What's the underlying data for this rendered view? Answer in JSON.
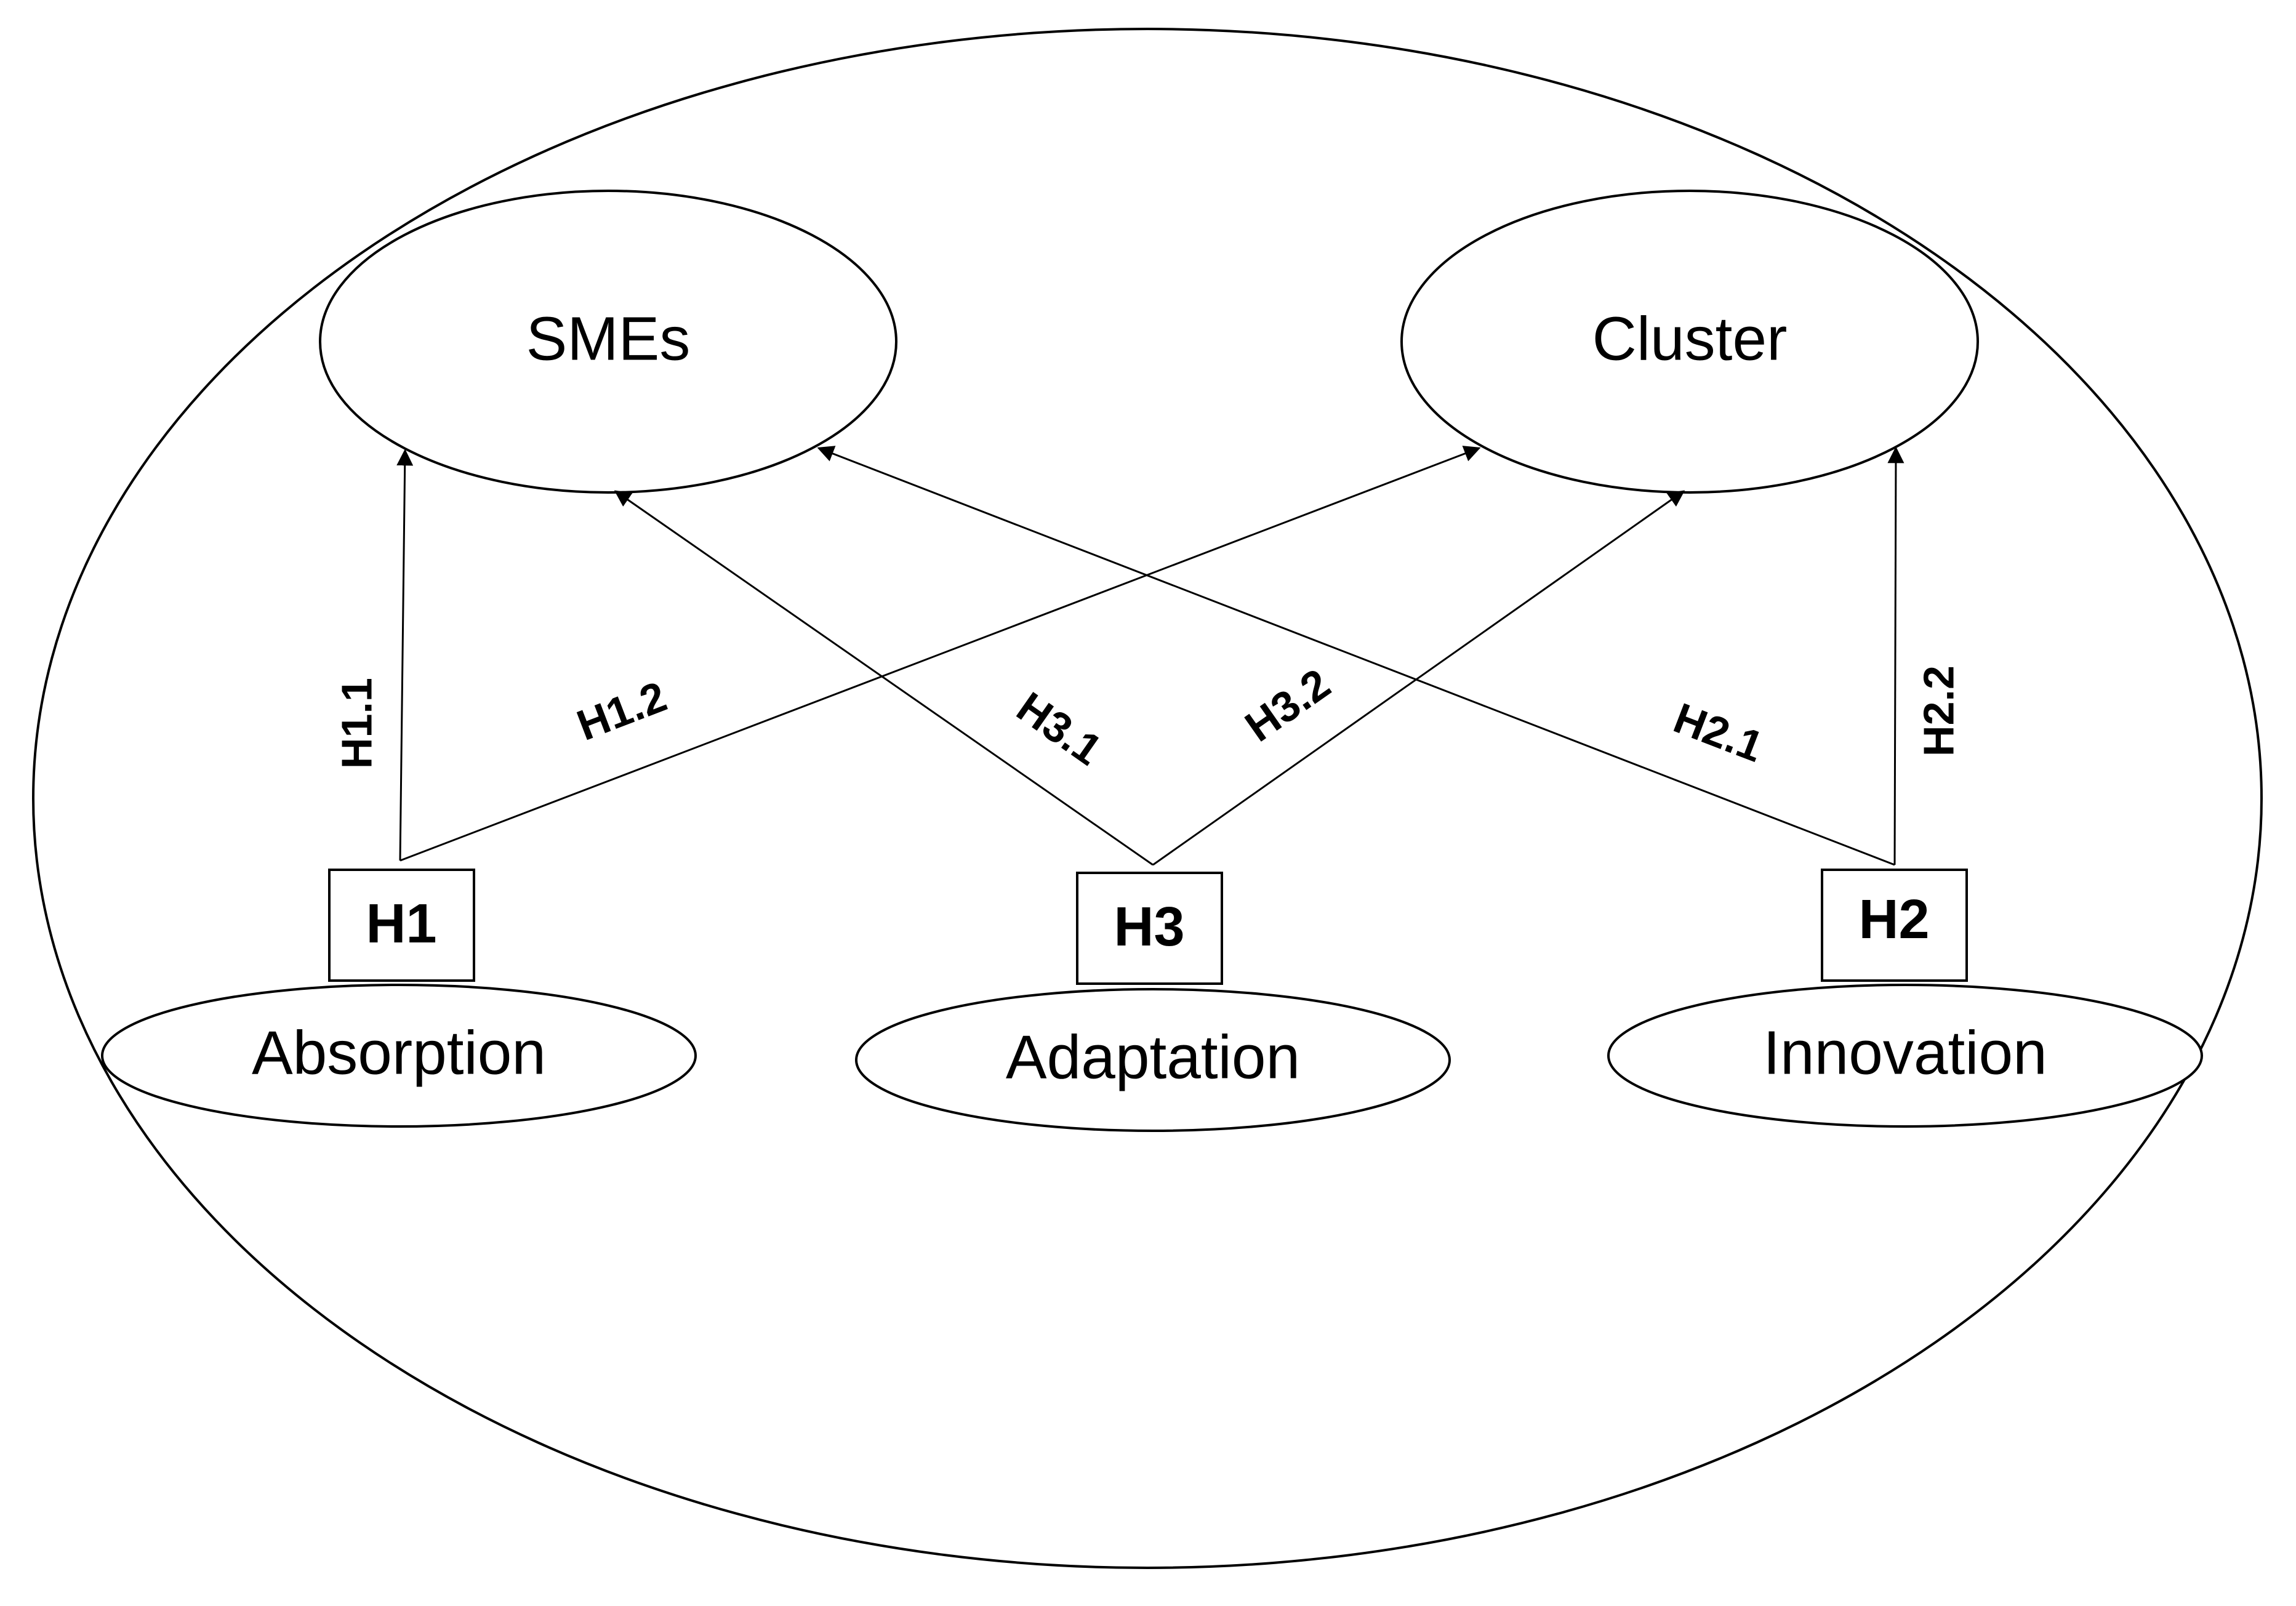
{
  "nodes": {
    "smes": "SMEs",
    "cluster": "Cluster",
    "absorption": "Absorption",
    "adaptation": "Adaptation",
    "innovation": "Innovation"
  },
  "hypothesis_boxes": {
    "h1": "H1",
    "h3": "H3",
    "h2": "H2"
  },
  "edge_labels": {
    "h1_1": "H1.1",
    "h1_2": "H1.2",
    "h3_1": "H3.1",
    "h3_2": "H3.2",
    "h2_1": "H2.1",
    "h2_2": "H2.2"
  }
}
